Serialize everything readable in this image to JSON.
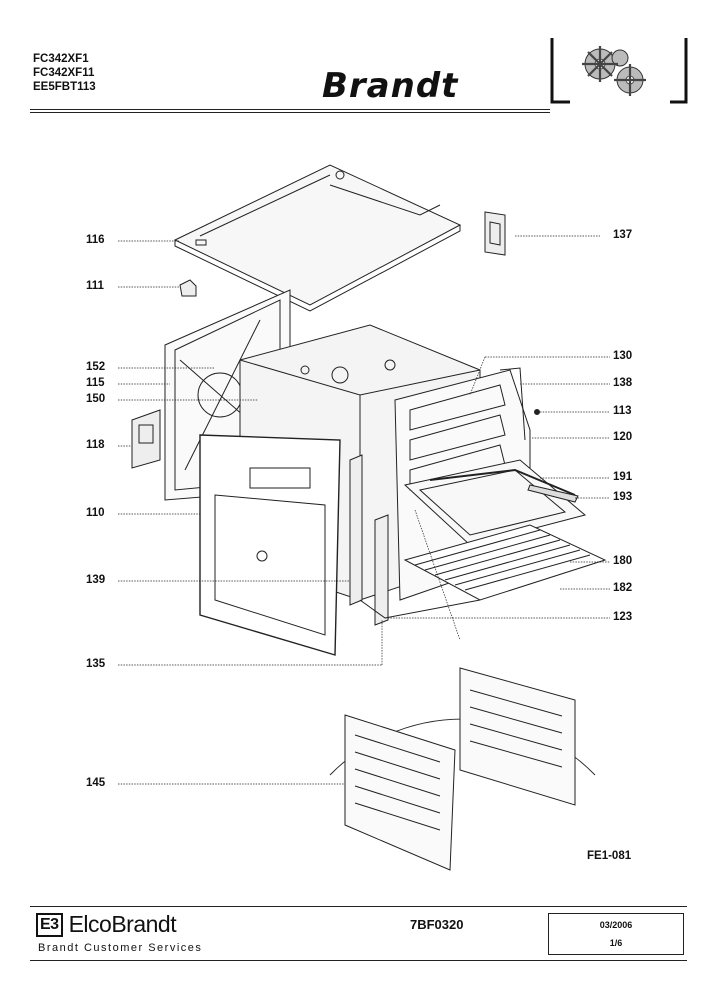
{
  "header": {
    "models": [
      "FC342XF1",
      "FC342XF11",
      "EE5FBT113"
    ],
    "brand": "Brandt"
  },
  "callouts": [
    {
      "id": "c116",
      "label": "116"
    },
    {
      "id": "c137",
      "label": "137"
    },
    {
      "id": "c111",
      "label": "111"
    },
    {
      "id": "c152",
      "label": "152"
    },
    {
      "id": "c115",
      "label": "115"
    },
    {
      "id": "c150",
      "label": "150"
    },
    {
      "id": "c118",
      "label": "118"
    },
    {
      "id": "c110",
      "label": "110"
    },
    {
      "id": "c139",
      "label": "139"
    },
    {
      "id": "c135",
      "label": "135"
    },
    {
      "id": "c145",
      "label": "145"
    },
    {
      "id": "c130",
      "label": "130"
    },
    {
      "id": "c138",
      "label": "138"
    },
    {
      "id": "c113",
      "label": "113"
    },
    {
      "id": "c120",
      "label": "120"
    },
    {
      "id": "c191",
      "label": "191"
    },
    {
      "id": "c193",
      "label": "193"
    },
    {
      "id": "c180",
      "label": "180"
    },
    {
      "id": "c182",
      "label": "182"
    },
    {
      "id": "c123",
      "label": "123"
    }
  ],
  "drawing_code": "FE1-081",
  "footer": {
    "logo_mark": "E3",
    "logo_text": "ElcoBrandt",
    "subtitle": "Brandt Customer Services",
    "reference": "7BF0320",
    "date": "03/2006",
    "page": "1/6"
  }
}
